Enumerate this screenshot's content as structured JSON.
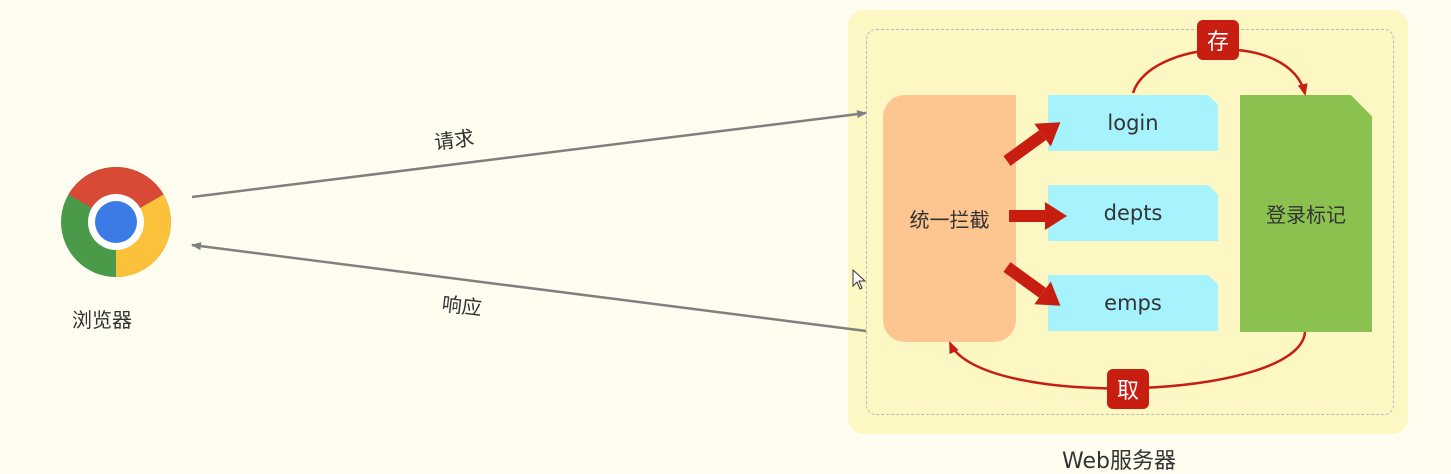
{
  "browser": {
    "label": "浏览器"
  },
  "flows": {
    "request": "请求",
    "response": "响应"
  },
  "server": {
    "label": "Web服务器",
    "interceptor": "统一拦截",
    "resources": [
      "login",
      "depts",
      "emps"
    ],
    "token": "登录标记",
    "store": "存",
    "fetch": "取"
  },
  "colors": {
    "server_bg": "#fdf7c4",
    "interceptor": "#fdc58f",
    "resource": "#a6f2fd",
    "token": "#8bc24f",
    "accent_red": "#c81d11",
    "flow_gray": "#808080"
  },
  "icons": {
    "browser": "chrome-icon",
    "cursor": "mouse-cursor-icon"
  }
}
